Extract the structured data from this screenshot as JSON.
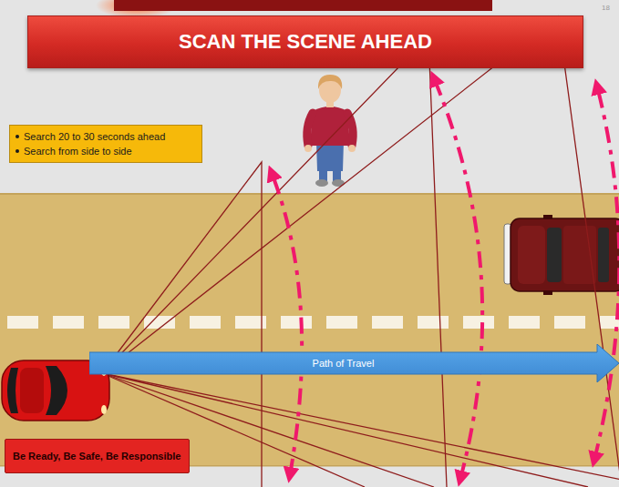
{
  "diagram": {
    "title": "SCAN THE SCENE AHEAD",
    "nodes": [
      {
        "text": [
          "Search 20 to 30 seconds ahead",
          "Search from side to side"
        ]
      },
      {
        "text": [
          "Path of Travel"
        ]
      },
      {
        "text": [
          "Be Ready, Be Safe, Be Responsible"
        ]
      }
    ],
    "labels": [
      "18"
    ]
  }
}
